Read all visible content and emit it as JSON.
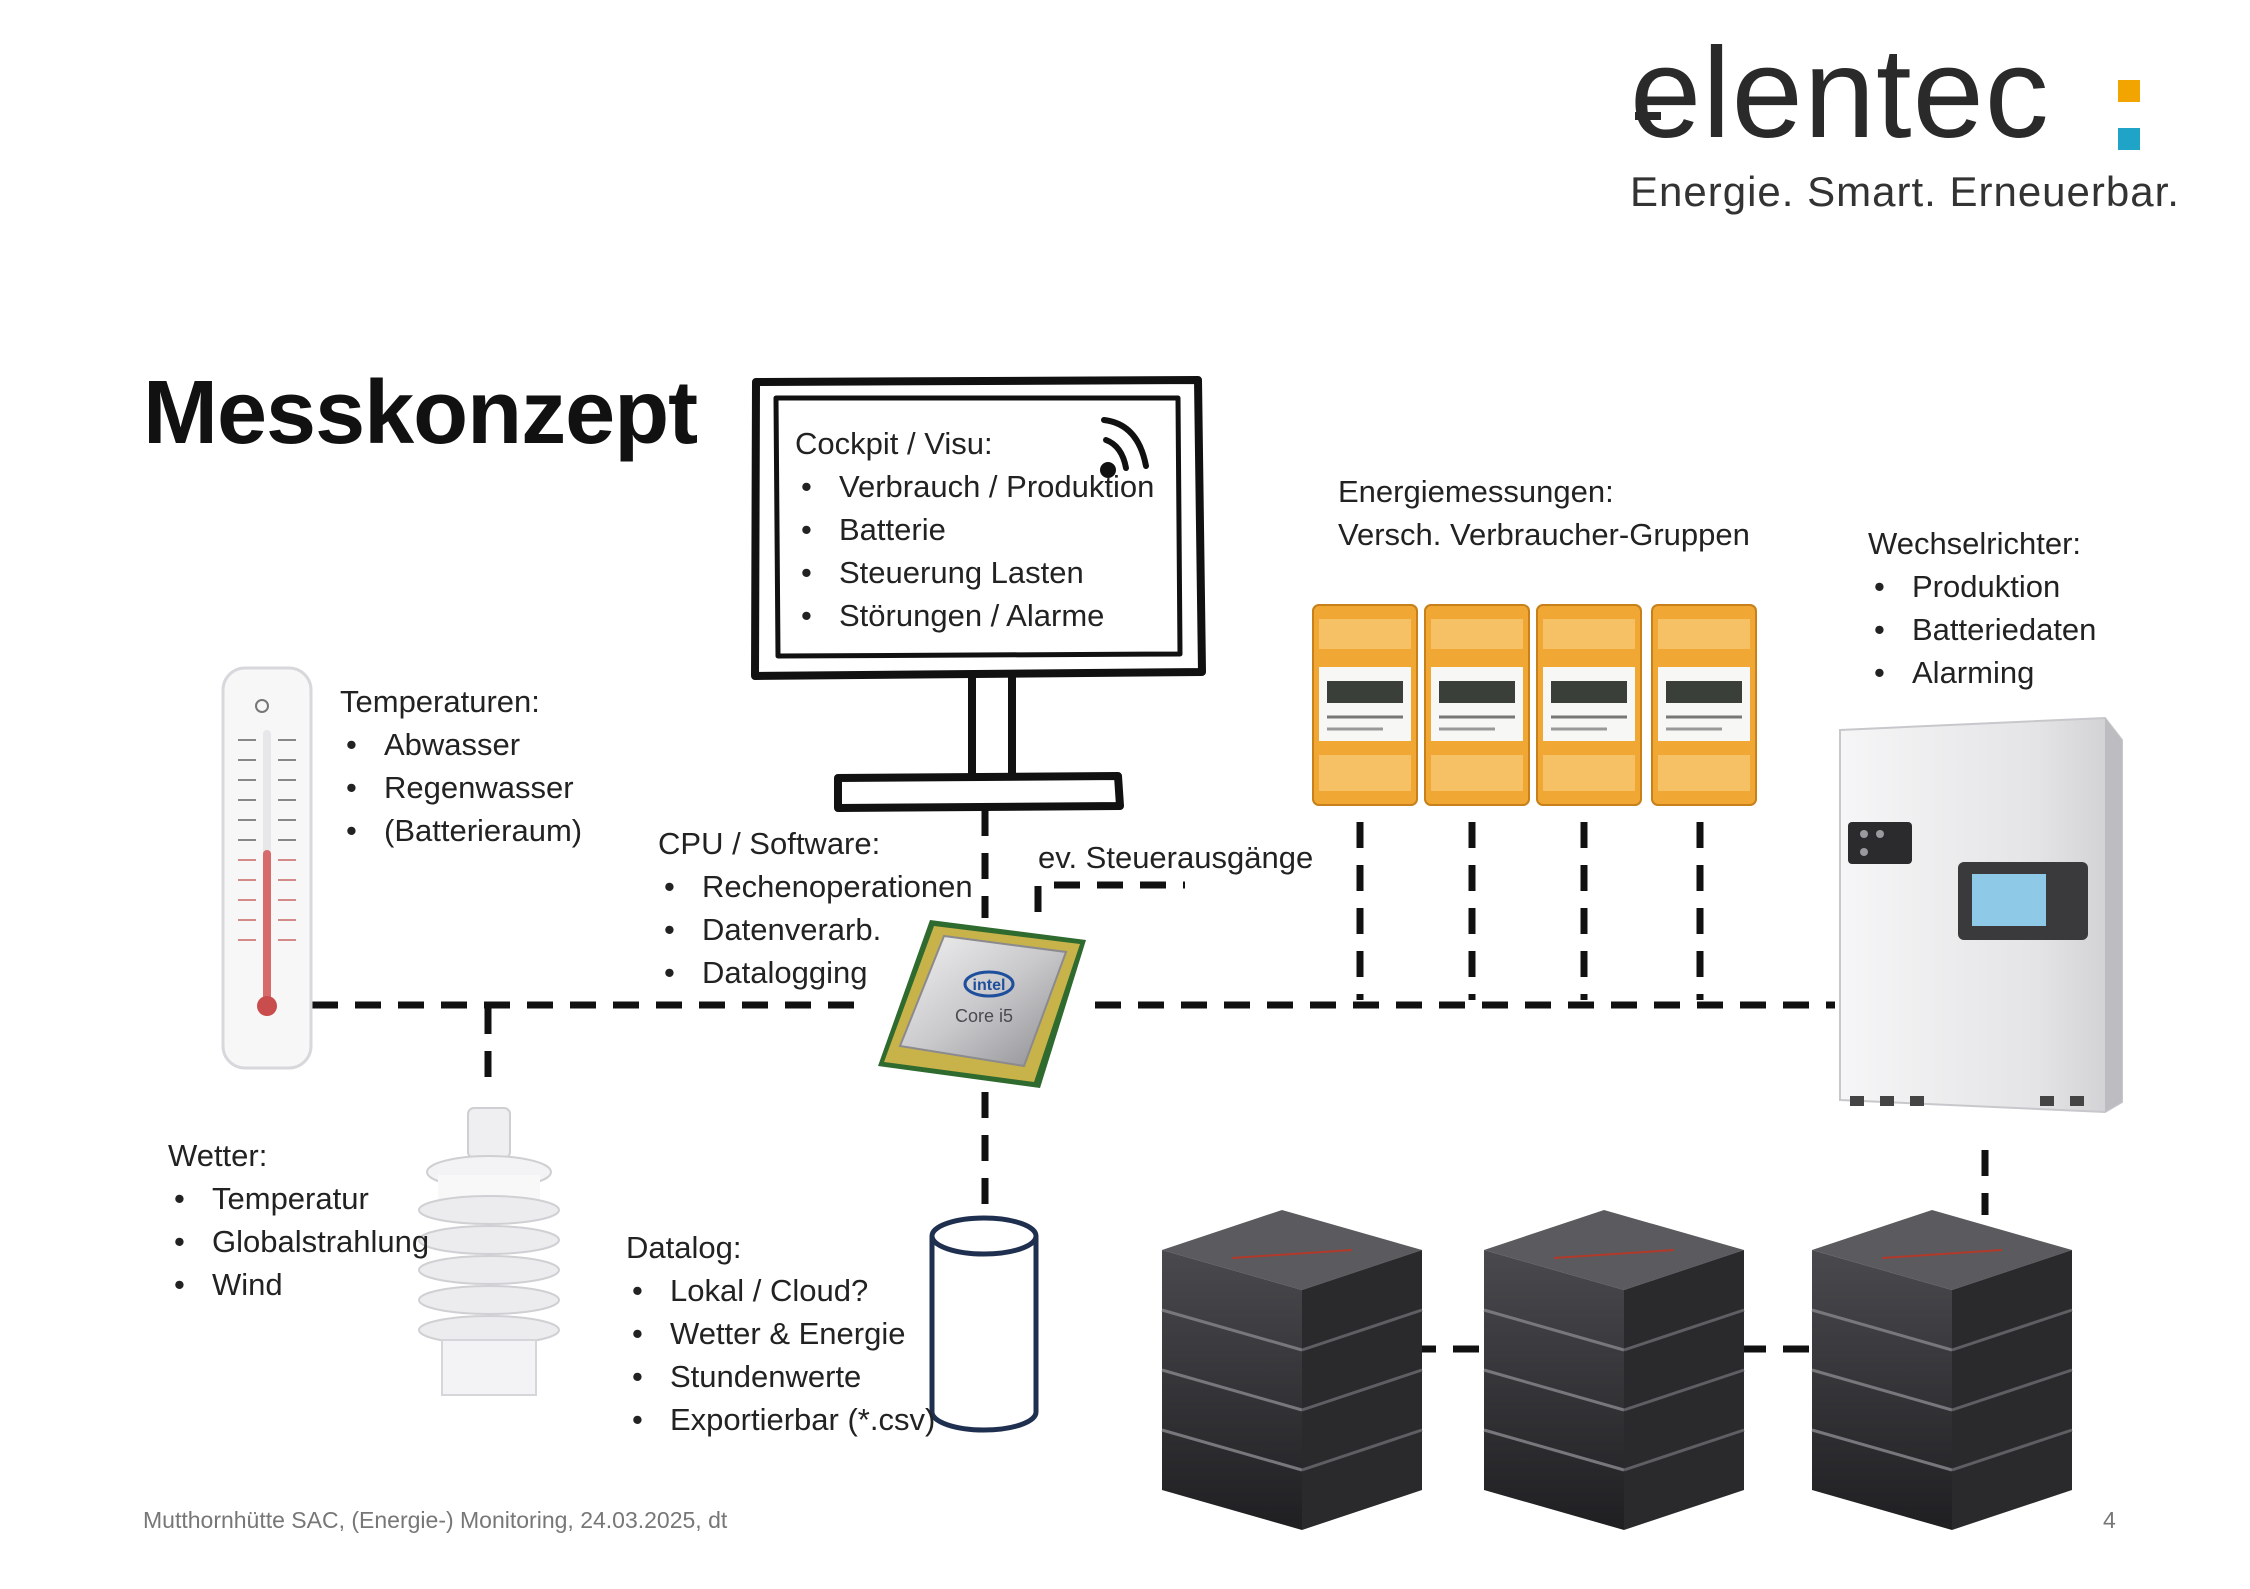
{
  "logo": {
    "wordmark": "elentec",
    "tagline": "Energie. Smart. Erneuerbar.",
    "accent_colors": [
      "#f2a400",
      "#1fa4c8"
    ]
  },
  "title": "Messkonzept",
  "cockpit": {
    "heading": "Cockpit / Visu:",
    "items": [
      "Verbrauch / Produktion",
      "Batterie",
      "Steuerung Lasten",
      "Störungen / Alarme"
    ]
  },
  "energy": {
    "line1": "Energiemessungen:",
    "line2": "Versch. Verbraucher-Gruppen"
  },
  "inverter": {
    "heading": "Wechselrichter:",
    "items": [
      "Produktion",
      "Batteriedaten",
      "Alarming"
    ]
  },
  "temperature": {
    "heading": "Temperaturen:",
    "items": [
      "Abwasser",
      "Regenwasser",
      "(Batterieraum)"
    ]
  },
  "cpu": {
    "heading": "CPU / Software:",
    "items": [
      "Rechenoperationen",
      "Datenverarb.",
      "Datalogging"
    ],
    "chip_brand": "intel",
    "chip_model": "Core i5"
  },
  "control_outputs": "ev. Steuerausgänge",
  "weather": {
    "heading": "Wetter:",
    "items": [
      "Temperatur",
      "Globalstrahlung",
      "Wind"
    ]
  },
  "datalog": {
    "heading": "Datalog:",
    "items": [
      "Lokal / Cloud?",
      "Wetter & Energie",
      "Stundenwerte",
      "Exportierbar (*.csv)"
    ]
  },
  "footer": {
    "text": "Mutthornhütte SAC, (Energie-) Monitoring, 24.03.2025, dt",
    "page": "4"
  },
  "colors": {
    "meter_orange": "#f0a733",
    "line": "#111111",
    "battery": "#2e2e30",
    "inverter_body": "#e9e9ea"
  }
}
